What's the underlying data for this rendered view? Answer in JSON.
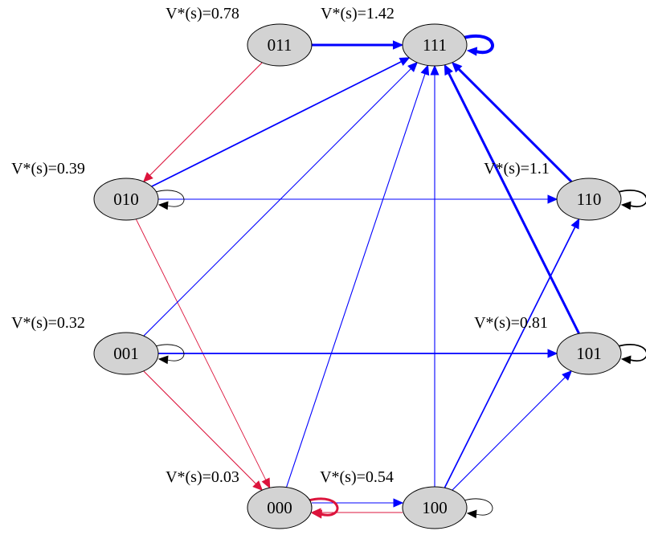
{
  "colors": {
    "node_fill": "#d3d3d3",
    "node_stroke": "#000000",
    "blue": "#0000ff",
    "red": "#dc143c",
    "black": "#000000"
  },
  "nodes": [
    {
      "id": "111",
      "label": "111",
      "value_label": "V*(s)=1.42"
    },
    {
      "id": "011",
      "label": "011",
      "value_label": "V*(s)=0.78"
    },
    {
      "id": "010",
      "label": "010",
      "value_label": "V*(s)=0.39"
    },
    {
      "id": "110",
      "label": "110",
      "value_label": "V*(s)=1.1"
    },
    {
      "id": "001",
      "label": "001",
      "value_label": "V*(s)=0.32"
    },
    {
      "id": "101",
      "label": "101",
      "value_label": "V*(s)=0.81"
    },
    {
      "id": "000",
      "label": "000",
      "value_label": "V*(s)=0.03"
    },
    {
      "id": "100",
      "label": "100",
      "value_label": "V*(s)=0.54"
    }
  ],
  "edges": [
    {
      "from": "011",
      "to": "111",
      "color": "blue",
      "weight": "heavy"
    },
    {
      "from": "011",
      "to": "010",
      "color": "red",
      "weight": "normal"
    },
    {
      "from": "010",
      "to": "111",
      "color": "blue",
      "weight": "medium"
    },
    {
      "from": "010",
      "to": "110",
      "color": "blue",
      "weight": "normal"
    },
    {
      "from": "010",
      "to": "000",
      "color": "red",
      "weight": "thin"
    },
    {
      "from": "001",
      "to": "111",
      "color": "blue",
      "weight": "normal"
    },
    {
      "from": "001",
      "to": "101",
      "color": "blue",
      "weight": "medium"
    },
    {
      "from": "001",
      "to": "000",
      "color": "red",
      "weight": "normal"
    },
    {
      "from": "000",
      "to": "111",
      "color": "blue",
      "weight": "normal"
    },
    {
      "from": "000",
      "to": "100",
      "color": "blue",
      "weight": "normal"
    },
    {
      "from": "100",
      "to": "000",
      "color": "red",
      "weight": "normal"
    },
    {
      "from": "100",
      "to": "111",
      "color": "blue",
      "weight": "normal"
    },
    {
      "from": "100",
      "to": "110",
      "color": "blue",
      "weight": "medium"
    },
    {
      "from": "100",
      "to": "101",
      "color": "blue",
      "weight": "normal"
    },
    {
      "from": "110",
      "to": "111",
      "color": "blue",
      "weight": "heavy"
    },
    {
      "from": "101",
      "to": "111",
      "color": "blue",
      "weight": "heavy"
    }
  ],
  "self_loops": [
    {
      "node": "111",
      "color": "blue",
      "weight": "xheavy"
    },
    {
      "node": "010",
      "color": "black",
      "weight": "thin"
    },
    {
      "node": "110",
      "color": "black",
      "weight": "medium"
    },
    {
      "node": "001",
      "color": "black",
      "weight": "thin"
    },
    {
      "node": "101",
      "color": "black",
      "weight": "medium"
    },
    {
      "node": "000",
      "color": "red",
      "weight": "heavy"
    },
    {
      "node": "100",
      "color": "black",
      "weight": "thin"
    }
  ]
}
